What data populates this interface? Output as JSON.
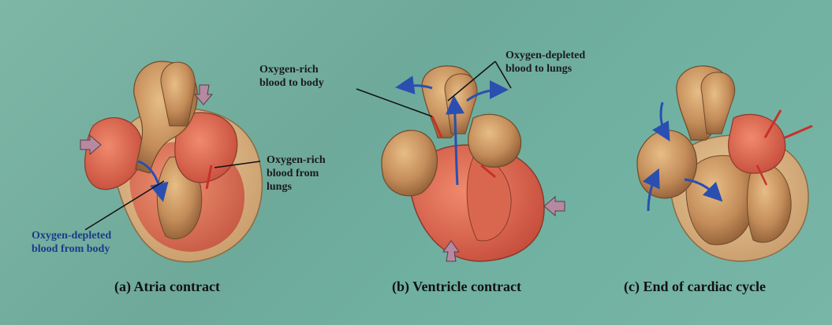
{
  "labels": {
    "oxy_rich_body": [
      "Oxygen-rich",
      "blood to body"
    ],
    "oxy_depleted_lungs": [
      "Oxygen-depleted",
      "blood to lungs"
    ],
    "oxy_rich_lungs": [
      "Oxygen-rich",
      "blood from",
      "lungs"
    ],
    "oxy_depleted_body": [
      "Oxygen-depleted",
      "blood from body"
    ]
  },
  "captions": {
    "a": "(a) Atria contract",
    "b": "(b) Ventricle contract",
    "c": "(c) End of cardiac cycle"
  },
  "colors": {
    "background": "#74b1a1",
    "muscle_tan": "#c99460",
    "muscle_dark": "#8a5a35",
    "chamber_red": "#d6614d",
    "chamber_pink": "#e07a64",
    "blue_arrow": "#2a4fb0",
    "press_arrow": "#b58aa0"
  }
}
